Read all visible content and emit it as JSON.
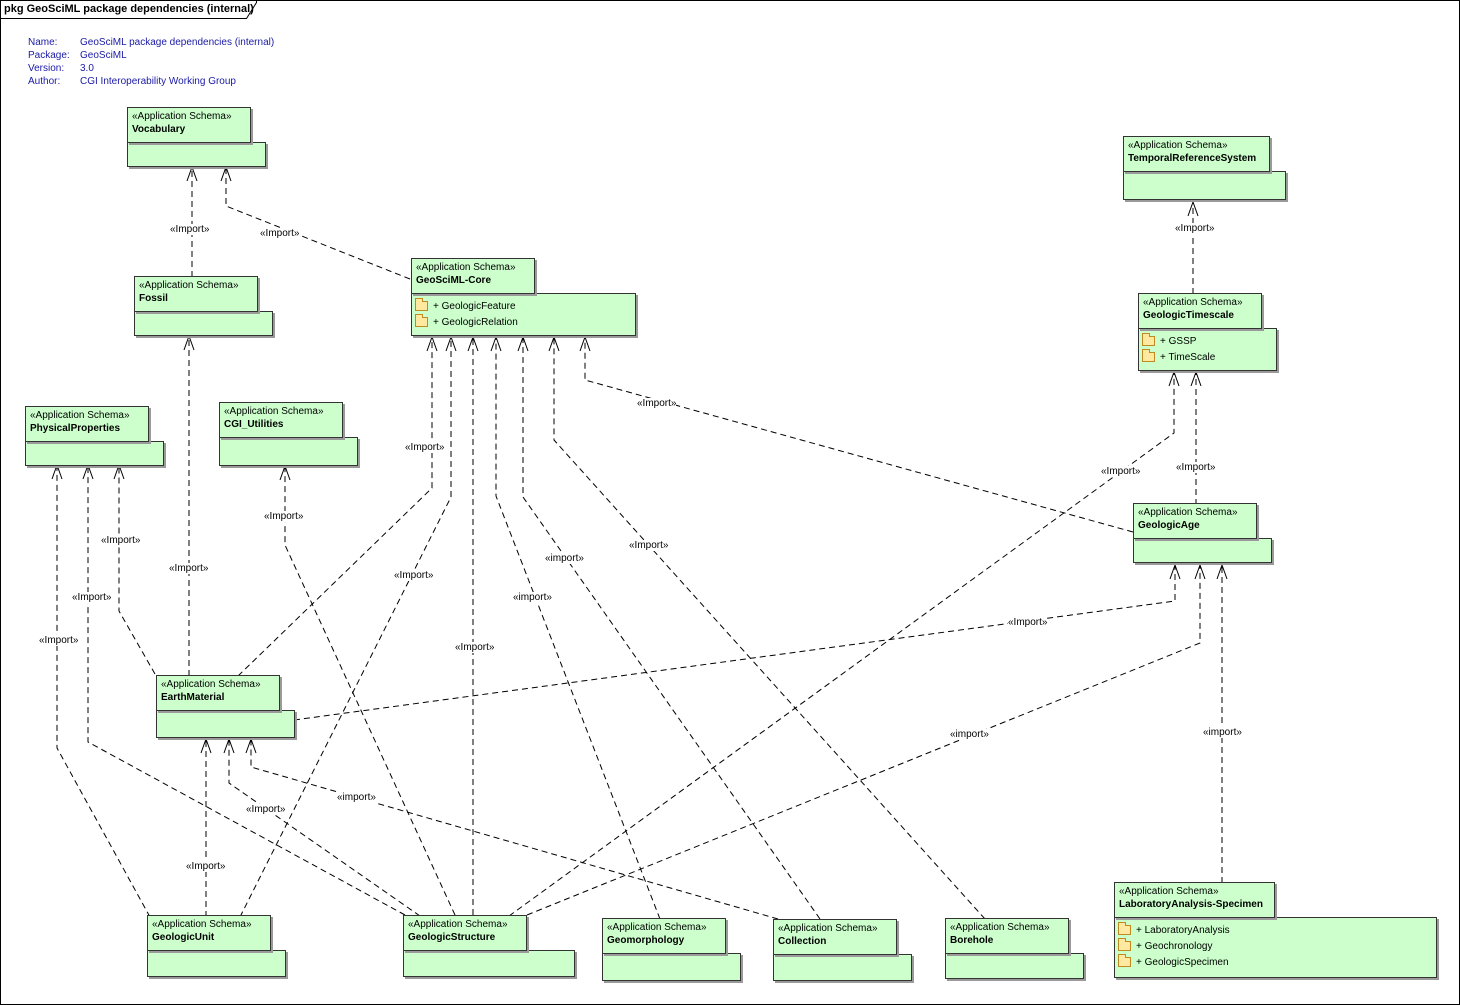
{
  "diagram": {
    "title": "pkg GeoSciML package dependencies (internal)",
    "meta": [
      {
        "key": "Name:",
        "value": "GeoSciML package dependencies (internal)"
      },
      {
        "key": "Package:",
        "value": "GeoSciML"
      },
      {
        "key": "Version:",
        "value": "3.0"
      },
      {
        "key": "Author:",
        "value": "CGI Interoperability Working Group"
      }
    ],
    "colors": {
      "package_fill": "#ccffcc",
      "folder_fill": "#ffe8a0",
      "meta_text": "#1a1aa6"
    }
  },
  "packages": {
    "vocabulary": {
      "stereotype": "«Application Schema»",
      "name": "Vocabulary"
    },
    "fossil": {
      "stereotype": "«Application Schema»",
      "name": "Fossil"
    },
    "geosciml_core": {
      "stereotype": "«Application Schema»",
      "name": "GeoSciML-Core",
      "items": [
        "+ GeologicFeature",
        "+ GeologicRelation"
      ]
    },
    "temporal_reference_system": {
      "stereotype": "«Application Schema»",
      "name": "TemporalReferenceSystem"
    },
    "geologic_timescale": {
      "stereotype": "«Application Schema»",
      "name": "GeologicTimescale",
      "items": [
        "+ GSSP",
        "+ TimeScale"
      ]
    },
    "physical_properties": {
      "stereotype": "«Application Schema»",
      "name": "PhysicalProperties"
    },
    "cgi_utilities": {
      "stereotype": "«Application Schema»",
      "name": "CGI_Utilities"
    },
    "geologic_age": {
      "stereotype": "«Application Schema»",
      "name": "GeologicAge"
    },
    "earth_material": {
      "stereotype": "«Application Schema»",
      "name": "EarthMaterial"
    },
    "geologic_unit": {
      "stereotype": "«Application Schema»",
      "name": "GeologicUnit"
    },
    "geologic_structure": {
      "stereotype": "«Application Schema»",
      "name": "GeologicStructure"
    },
    "geomorphology": {
      "stereotype": "«Application Schema»",
      "name": "Geomorphology"
    },
    "collection": {
      "stereotype": "«Application Schema»",
      "name": "Collection"
    },
    "borehole": {
      "stereotype": "«Application Schema»",
      "name": "Borehole"
    },
    "laboratory_analysis_specimen": {
      "stereotype": "«Application Schema»",
      "name": "LaboratoryAnalysis-Specimen",
      "items": [
        "+ LaboratoryAnalysis",
        "+ Geochronology",
        "+ GeologicSpecimen"
      ]
    }
  },
  "dependency_labels": {
    "fossil_vocabulary": "«Import»",
    "core_vocabulary": "«Import»",
    "timescale_trs": "«Import»",
    "earth_material_core": "«Import»",
    "age_core": "«Import»",
    "unit_core": "«Import»",
    "structure_core": "«Import»",
    "geomorphology_core": "«import»",
    "collection_core": "«import»",
    "borehole_core": "«Import»",
    "structure_timescale": "«Import»",
    "age_timescale": "«Import»",
    "earth_material_physprops": "«Import»",
    "structure_physprops": "«Import»",
    "unit_physprops": "«Import»",
    "earth_material_fossil": "«Import»",
    "structure_cgi": "«Import»",
    "earth_material_age": "«Import»",
    "structure_age": "«import»",
    "specimen_age": "«import»",
    "unit_earth_material": "«Import»",
    "structure_earth_material": "«Import»",
    "collection_earth_material": "«import»"
  }
}
